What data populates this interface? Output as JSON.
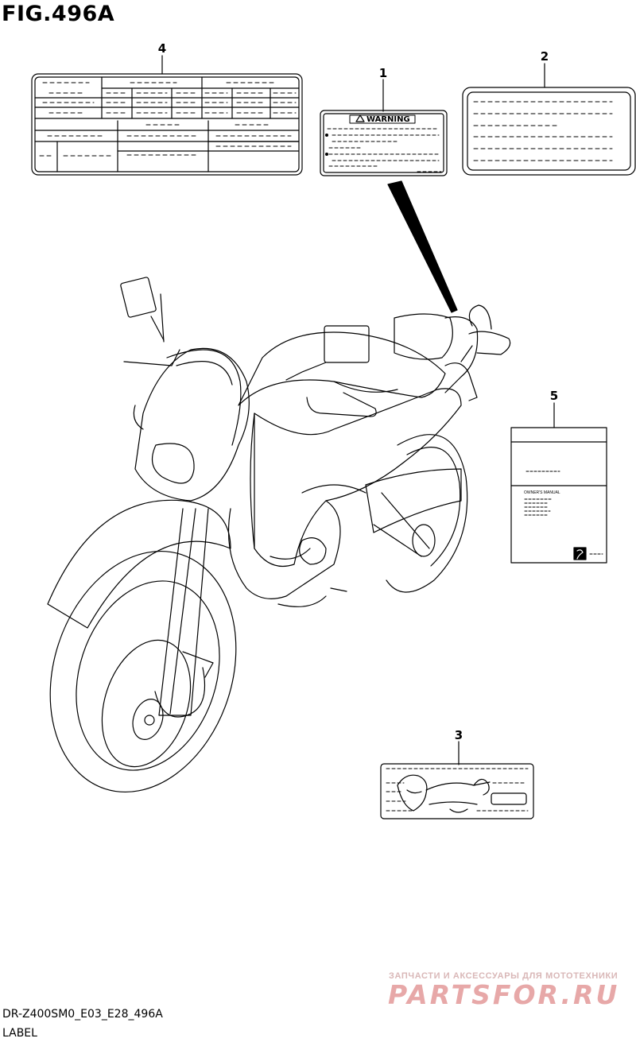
{
  "figure": {
    "title": "FIG.496A",
    "code": "DR-Z400SM0_E03_E28_496A",
    "name": "LABEL"
  },
  "callouts": [
    "1",
    "2",
    "3",
    "4",
    "5"
  ],
  "label_1": {
    "heading": "WARNING"
  },
  "label_5": {
    "text": "OWNER'S MANUAL"
  },
  "watermark": {
    "line1": "ЗАПЧАСТИ И АКСЕССУАРЫ ДЛЯ МОТОТЕХНИКИ",
    "line2": "PARTSFOR.RU"
  }
}
